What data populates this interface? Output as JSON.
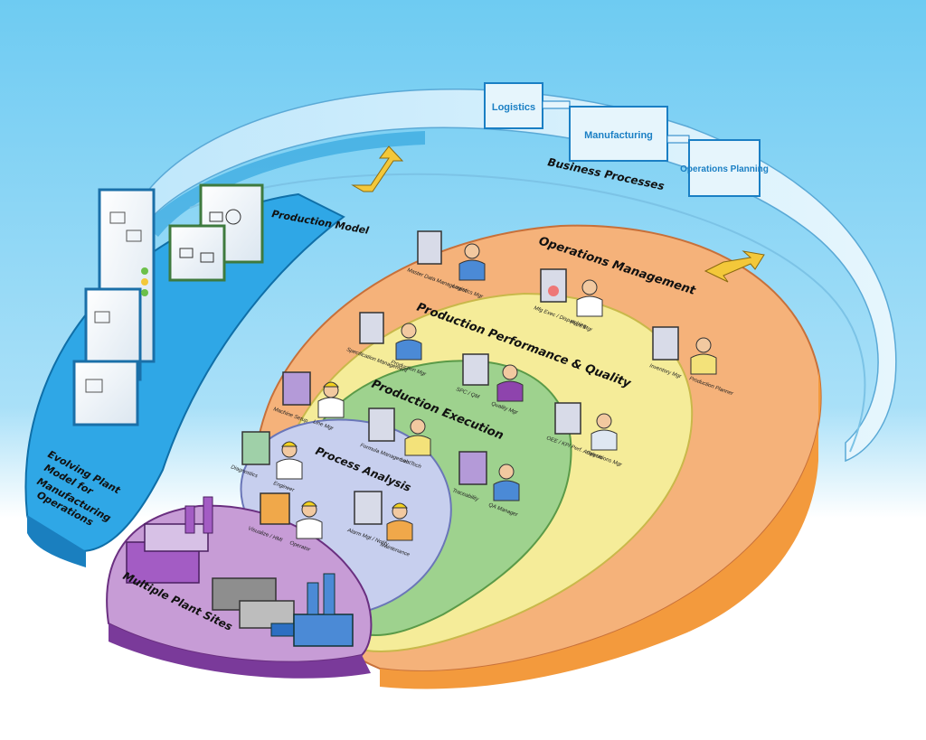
{
  "business": {
    "title": "Business Processes",
    "boxes": [
      "Logistics",
      "Manufacturing",
      "Operations Planning"
    ]
  },
  "left_panel": {
    "production_model": "Production Model",
    "evolving": [
      "Evolving Plant",
      "Model for",
      "Manufacturing",
      "Operations"
    ]
  },
  "layers": {
    "operations_management": "Operations Management",
    "production_performance": "Production Performance & Quality",
    "production_execution": "Production Execution",
    "process_analysis": "Process Analysis",
    "plant_sites": "Multiple Plant Sites"
  },
  "roles": {
    "master_data": "Master Data Management",
    "logistics_mgr": "Logistics Mgr",
    "mfg_exec": "Mfg Exec / Dispatching",
    "plant_mgr": "Plant Mgr",
    "inventory": "Inventory Mgr",
    "production_planner": "Production Planner",
    "spec_mgmt": "Specification Management",
    "production_mgr": "Production Mgr",
    "spc_qm": "SPC / QM",
    "quality_mgr": "Quality Mgr",
    "oee": "OEE / KPI Perf. Analysis",
    "operations_mgr": "Operations Mgr",
    "machine_setup": "Machine Setup",
    "line_mgr": "Line Mgr",
    "formula_mgmt": "Formula Management",
    "lab_tech": "Lab Tech",
    "traceability": "Traceability",
    "qa_manager": "QA Manager",
    "diagnostics": "Diagnostics",
    "engineer": "Engineer",
    "visualize_hmi": "Visualize / HMI",
    "operator": "Operator",
    "alarm_mgt": "Alarm Mgt / Notify",
    "maintenance": "Maintenance"
  },
  "colors": {
    "sky_top": "#6ecbf2",
    "sky_bottom": "#ffffff",
    "blue_layer": "#2fa7e6",
    "orange_layer": "#f5b27a",
    "yellow_layer": "#f5ec99",
    "green_layer": "#9ed28e",
    "lavender_layer": "#c7cfee",
    "purple_layer": "#c79cd6",
    "arrow": "#f3c83a"
  }
}
